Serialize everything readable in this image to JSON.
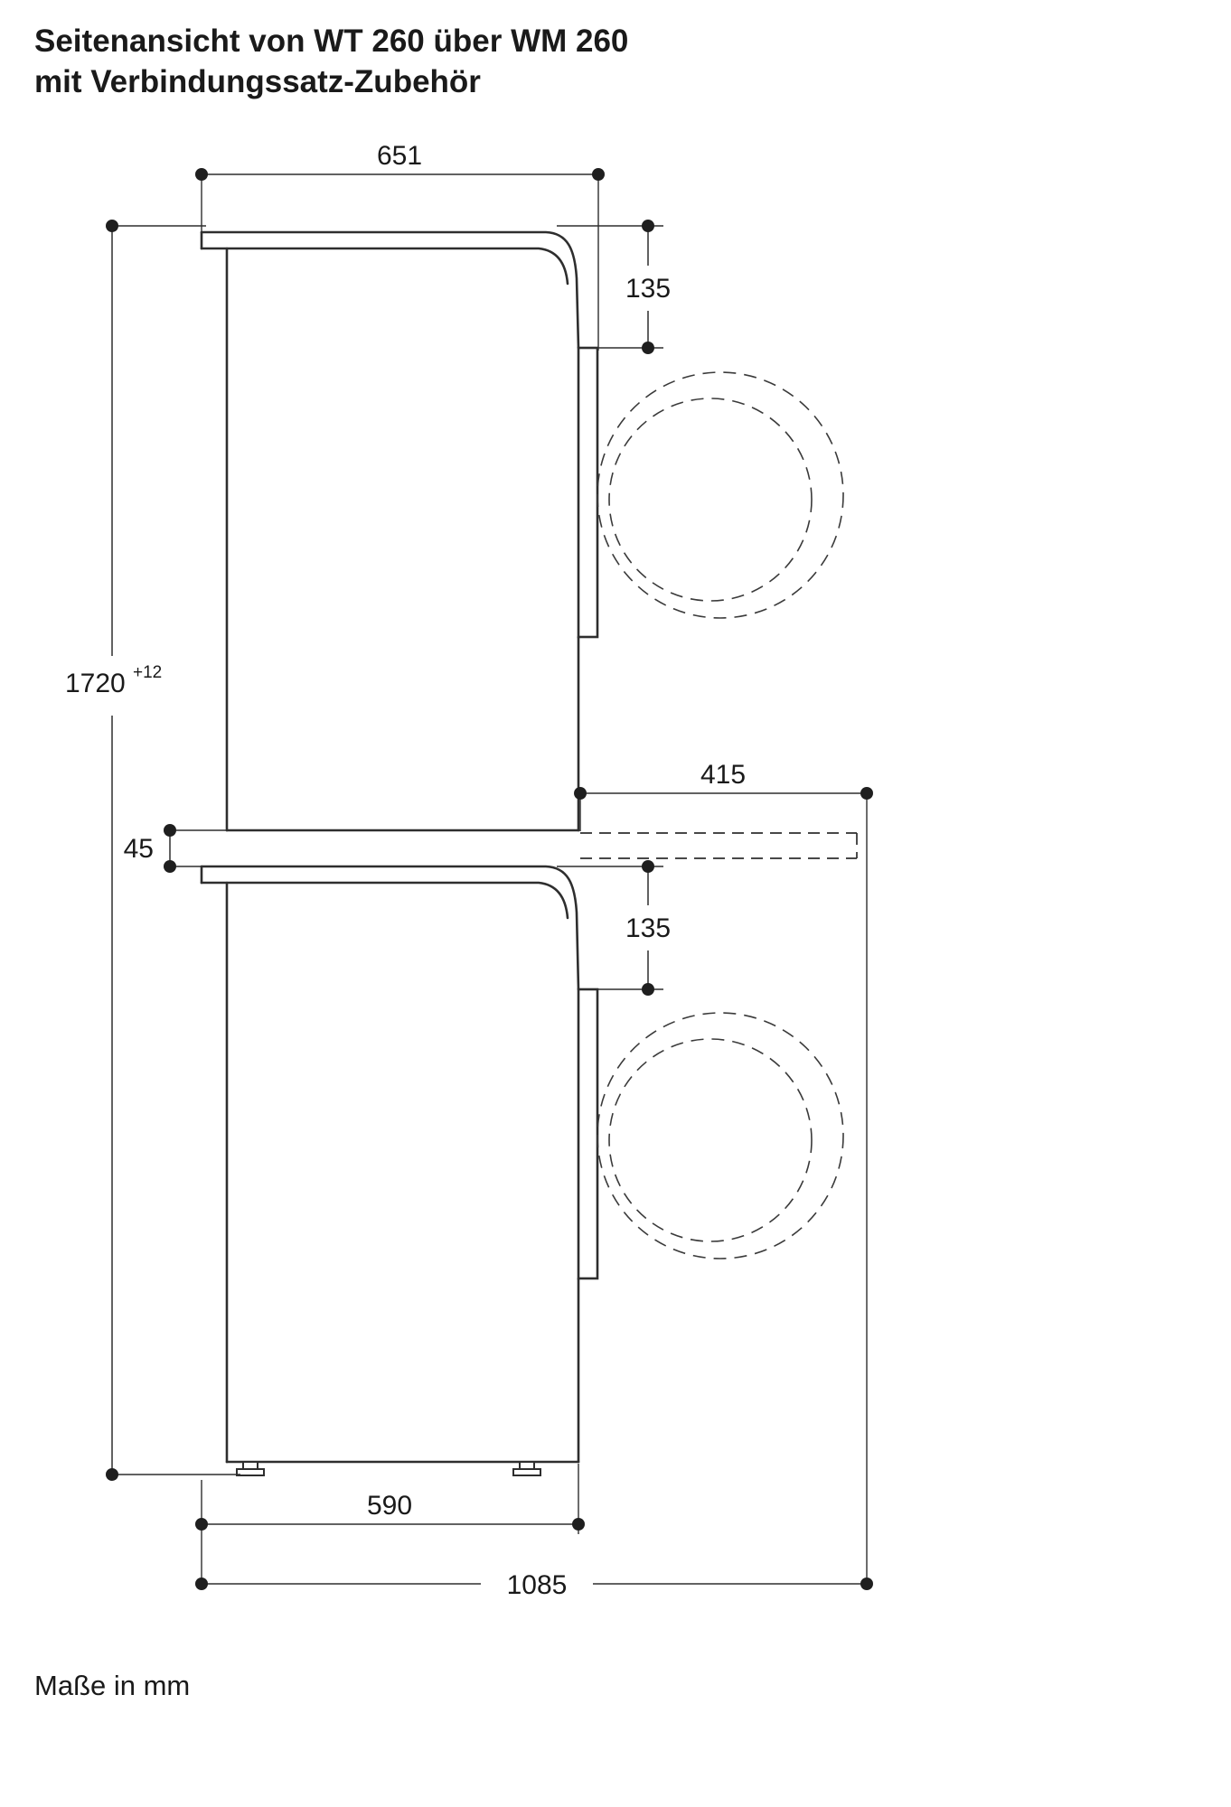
{
  "title": {
    "line1": "Seitenansicht von WT 260 über WM 260",
    "line2": "mit Verbindungssatz-Zubehör"
  },
  "footer": {
    "note": "Maße in mm"
  },
  "dims": {
    "width_top": "651",
    "door_top_offset_upper": "135",
    "height_total": "1720",
    "height_tolerance": "+12",
    "stack_gap": "45",
    "pullout_extension": "415",
    "door_top_offset_lower": "135",
    "depth_body": "590",
    "depth_total": "1085"
  },
  "colors": {
    "ink": "#1a1a1a"
  }
}
